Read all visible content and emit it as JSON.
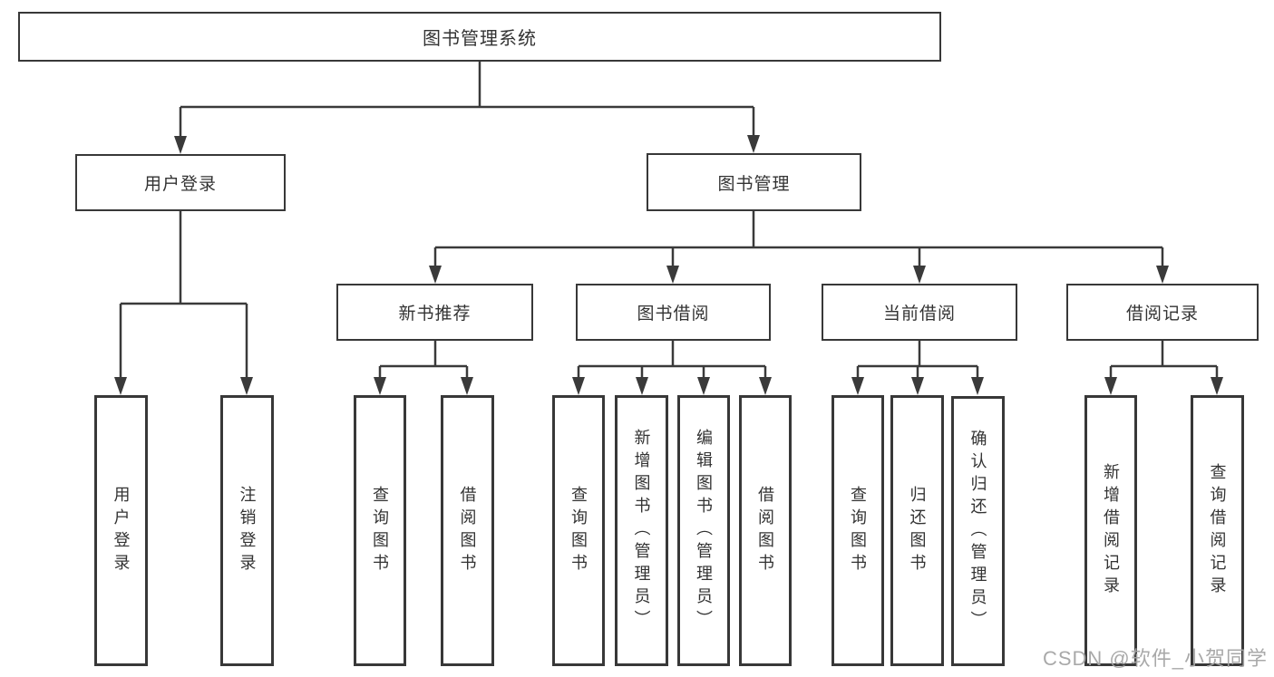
{
  "diagram": {
    "root": {
      "label": "图书管理系统"
    },
    "children": [
      {
        "label": "用户登录",
        "children": [
          {
            "label": "用户登录"
          },
          {
            "label": "注销登录"
          }
        ]
      },
      {
        "label": "图书管理",
        "children": [
          {
            "label": "新书推荐",
            "children": [
              {
                "label": "查询图书"
              },
              {
                "label": "借阅图书"
              }
            ]
          },
          {
            "label": "图书借阅",
            "children": [
              {
                "label": "查询图书"
              },
              {
                "label": "新增图书（管理员）"
              },
              {
                "label": "编辑图书（管理员）"
              },
              {
                "label": "借阅图书"
              }
            ]
          },
          {
            "label": "当前借阅",
            "children": [
              {
                "label": "查询图书"
              },
              {
                "label": "归还图书"
              },
              {
                "label": "确认归还（管理员）"
              }
            ]
          },
          {
            "label": "借阅记录",
            "children": [
              {
                "label": "新增借阅记录"
              },
              {
                "label": "查询借阅记录"
              }
            ]
          }
        ]
      }
    ]
  },
  "watermark": "CSDN @软件_小贺同学",
  "colors": {
    "line": "#3a3a3a",
    "box_border": "#383838",
    "text": "#333333",
    "watermark": "#a4a4a4",
    "background": "#ffffff"
  }
}
